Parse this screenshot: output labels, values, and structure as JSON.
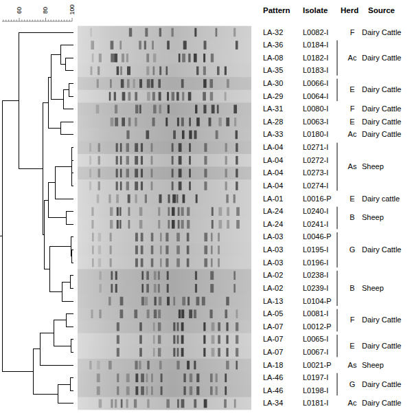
{
  "diagram": {
    "labels": [
      "60",
      "80",
      "100",
      "Pattern",
      "Isolate",
      "Herd",
      "Source",
      "LA-32",
      "L0082-I",
      "F",
      "Dairy Cattle",
      "LA-36",
      "L0184-I",
      "LA-08",
      "L0182-I",
      "LA-35",
      "L0183-I",
      "Ac",
      "Dairy Cattle",
      "LA-30",
      "L0066-I",
      "LA-29",
      "L0064-I",
      "E",
      "Dairy Cattle",
      "LA-31",
      "L0080-I",
      "F",
      "Dairy Cattle",
      "LA-28",
      "L0063-I",
      "E",
      "Dairy Cattle",
      "LA-33",
      "L0180-I",
      "Ac",
      "Dairy Cattle",
      "LA-04",
      "L0271-I",
      "LA-04",
      "L0272-I",
      "LA-04",
      "L0273-I",
      "LA-04",
      "L0274-I",
      "As",
      "Sheep",
      "LA-01",
      "L0016-P",
      "E",
      "Dairy cattle",
      "LA-24",
      "L0240-I",
      "LA-24",
      "L0241-I",
      "B",
      "Sheep",
      "LA-03",
      "L0046-P",
      "LA-03",
      "L0195-I",
      "LA-03",
      "L0196-I",
      "G",
      "Dairy Cattle",
      "LA-02",
      "L0238-I",
      "LA-02",
      "L0239-I",
      "LA-13",
      "L0104-P",
      "B",
      "Sheep",
      "LA-05",
      "L0081-I",
      "LA-07",
      "L0012-P",
      "F",
      "Dairy Cattle",
      "LA-07",
      "L0065-I",
      "LA-07",
      "L0067-I",
      "E",
      "Dairy Cattle",
      "LA-18",
      "L0021-P",
      "As",
      "Sheep",
      "LA-46",
      "L0197-I",
      "LA-46",
      "L0198-I",
      "G",
      "Dairy Cattle",
      "LA-34",
      "L0181-I",
      "Ac",
      "Dairy Cattle"
    ]
  }
}
